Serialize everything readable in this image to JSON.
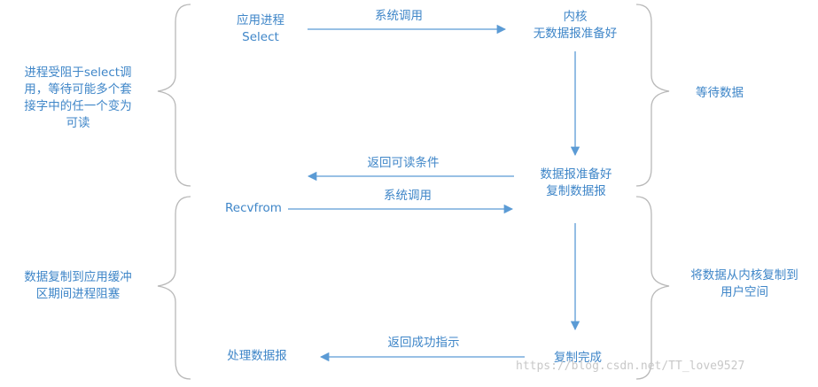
{
  "colors": {
    "text": "#3f86c8",
    "line": "#5b9bd5",
    "brace": "#b8b8b8",
    "watermark": "#c8c8c8"
  },
  "nodes": {
    "app_process": {
      "line1": "应用进程",
      "line2": "Select"
    },
    "kernel": {
      "line1": "内核",
      "line2": "无数据报准备好"
    },
    "data_ready": {
      "line1": "数据报准备好",
      "line2": "复制数据报"
    },
    "recvfrom": "Recvfrom",
    "copy_done": "复制完成",
    "process_datagram": "处理数据报"
  },
  "arrows": {
    "syscall_1": "系统调用",
    "return_readable": "返回可读条件",
    "syscall_2": "系统调用",
    "return_success": "返回成功指示"
  },
  "annotations": {
    "blocked_select": {
      "line1": "进程受阻于select调",
      "line2": "用，等待可能多个套",
      "line3": "接字中的任一个变为",
      "line4": "可读"
    },
    "wait_data": "等待数据",
    "copy_blocked": {
      "line1": "数据复制到应用缓冲",
      "line2": "区期间进程阻塞"
    },
    "copy_kernel_user": {
      "line1": "将数据从内核复制到",
      "line2": "用户空间"
    }
  },
  "watermark": "https://blog.csdn.net/TT_love9527"
}
